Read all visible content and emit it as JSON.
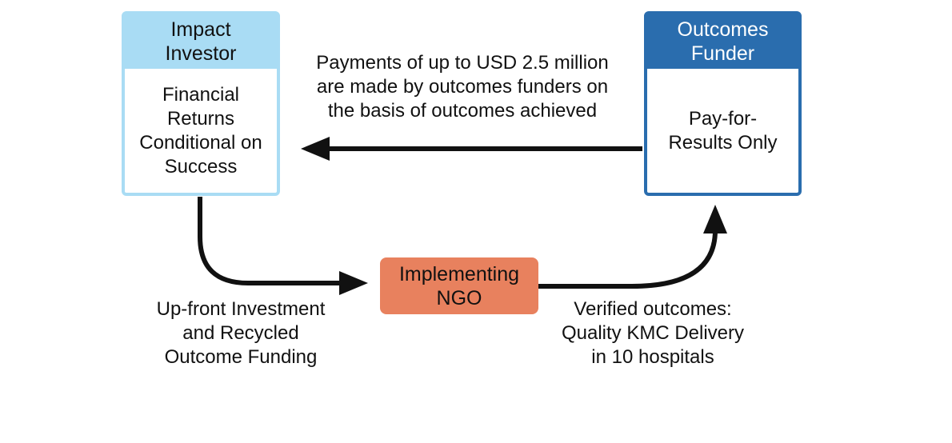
{
  "colors": {
    "light_blue": "#a9dcf4",
    "dark_blue": "#2a6dae",
    "orange": "#e8815e",
    "arrow_black": "#111111",
    "text": "#111111"
  },
  "boxes": {
    "impact_investor": {
      "title": "Impact\nInvestor",
      "body": "Financial\nReturns\nConditional on\nSuccess"
    },
    "outcomes_funder": {
      "title": "Outcomes\nFunder",
      "body": "Pay-for-\nResults Only"
    },
    "implementing_ngo": {
      "title": "Implementing\nNGO"
    }
  },
  "labels": {
    "payments": "Payments of up to USD 2.5 million\nare made by outcomes funders on\nthe basis of outcomes achieved",
    "investment": "Up-front Investment\nand Recycled\nOutcome Funding",
    "verified_outcomes": "Verified outcomes:\nQuality KMC Delivery\nin 10 hospitals"
  }
}
